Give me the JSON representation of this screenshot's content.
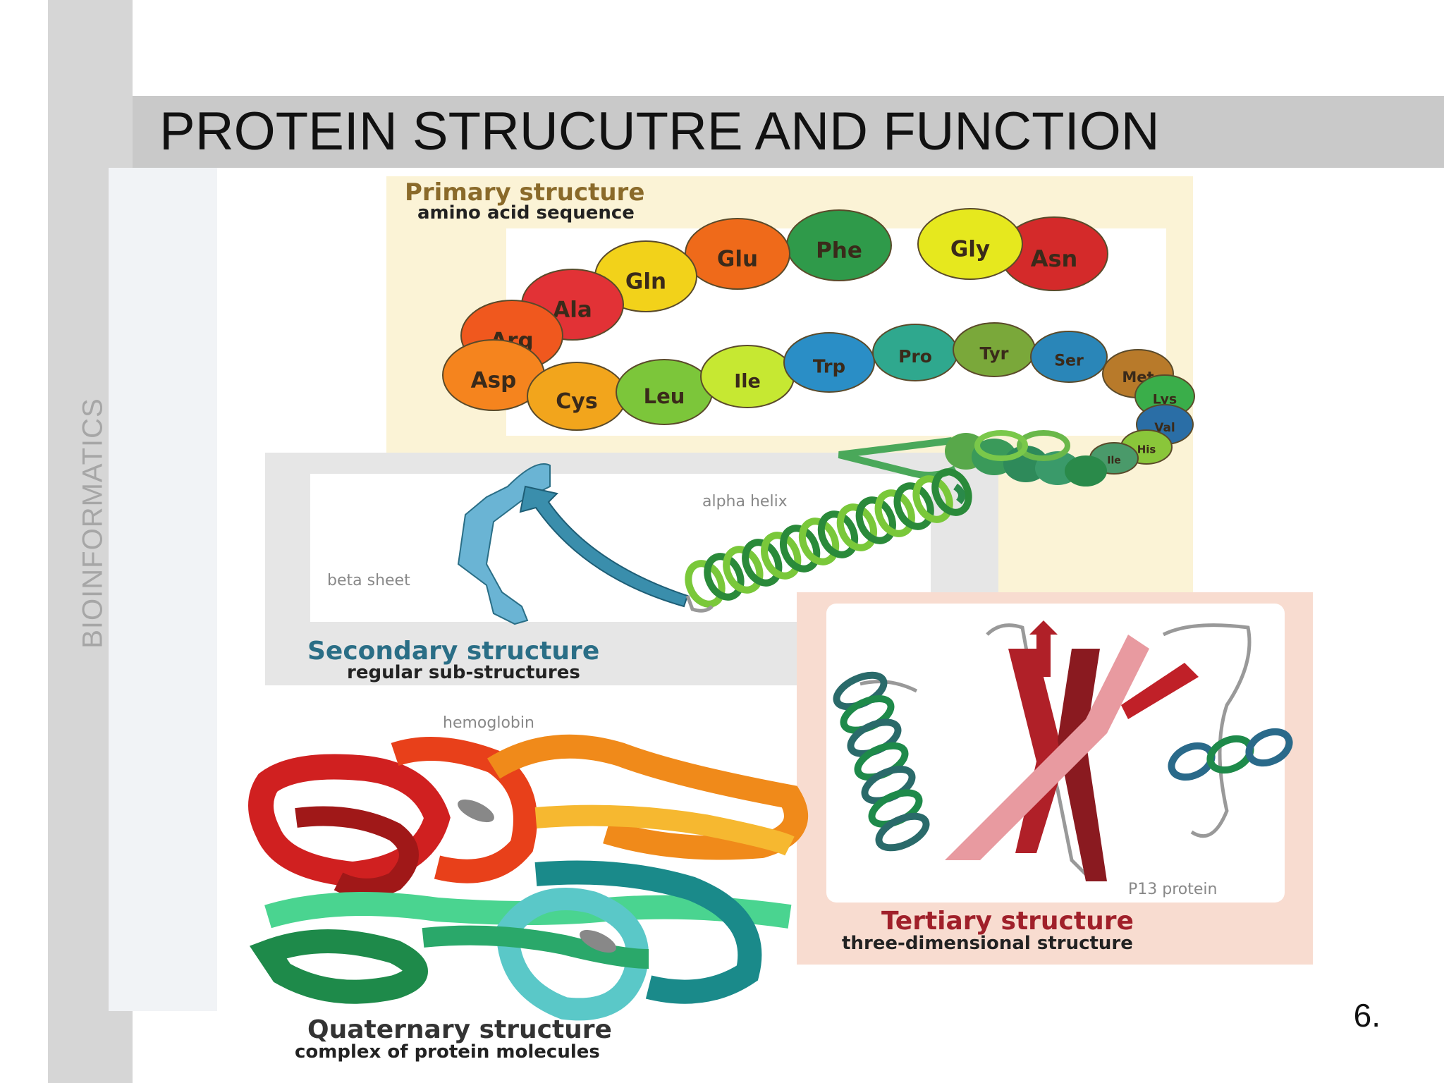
{
  "slide": {
    "title": "PROTEIN STRUCUTRE AND FUNCTION",
    "side_label": "BIOINFORMATICS",
    "page_number": "6."
  },
  "figure": {
    "primary": {
      "title": "Primary structure",
      "subtitle": "amino acid sequence",
      "residues": [
        {
          "label": "Asn",
          "color": "#d42a2a"
        },
        {
          "label": "Gly",
          "color": "#e6e81e"
        },
        {
          "label": "Phe",
          "color": "#2f9a4a"
        },
        {
          "label": "Glu",
          "color": "#ef6a1a"
        },
        {
          "label": "Gln",
          "color": "#f2d21a"
        },
        {
          "label": "Ala",
          "color": "#e23236"
        },
        {
          "label": "Arg",
          "color": "#f0581e"
        },
        {
          "label": "Asp",
          "color": "#f5841e"
        },
        {
          "label": "Cys",
          "color": "#f2a51c"
        },
        {
          "label": "Leu",
          "color": "#7cc63a"
        },
        {
          "label": "Ile",
          "color": "#c6e832"
        },
        {
          "label": "Trp",
          "color": "#2a8ec6"
        },
        {
          "label": "Pro",
          "color": "#2fa88e"
        },
        {
          "label": "Tyr",
          "color": "#7aa83a"
        },
        {
          "label": "Ser",
          "color": "#2a86b8"
        },
        {
          "label": "Met",
          "color": "#b87a2a"
        },
        {
          "label": "Lys",
          "color": "#3aae4a"
        },
        {
          "label": "Val",
          "color": "#2a6ea6"
        },
        {
          "label": "His",
          "color": "#8ac63a"
        },
        {
          "label": "Ile",
          "color": "#4a9a6a"
        }
      ]
    },
    "secondary": {
      "title": "Secondary structure",
      "subtitle": "regular sub-structures",
      "alpha_label": "alpha helix",
      "beta_label": "beta sheet"
    },
    "tertiary": {
      "title": "Tertiary structure",
      "subtitle": "three-dimensional structure",
      "protein_label": "P13 protein"
    },
    "quaternary": {
      "title": "Quaternary structure",
      "subtitle": "complex of protein molecules",
      "protein_label": "hemoglobin"
    },
    "colors": {
      "primary_bg": "#fbf3d6",
      "secondary_bg": "#e6e6e6",
      "tertiary_bg": "#f8dcd0",
      "label_text": "#8a6a2a",
      "secondary_text": "#2a6e86",
      "tertiary_text": "#a0202a"
    }
  }
}
